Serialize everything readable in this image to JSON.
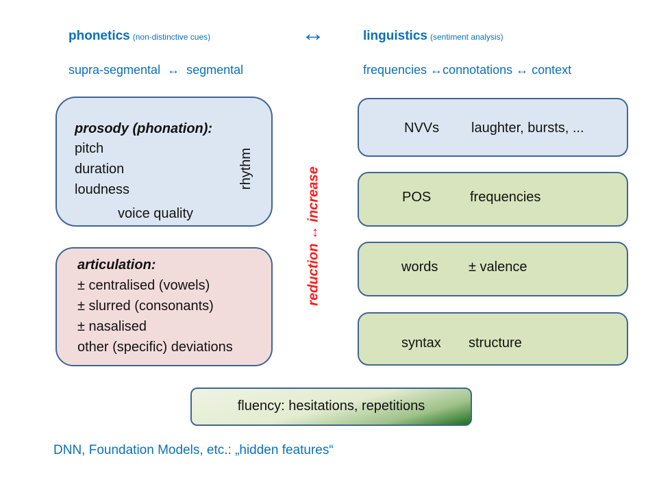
{
  "header": {
    "left_title": "phonetics",
    "left_title_note": "(non-distinctive cues)",
    "center_arrow": "↔",
    "right_title": "linguistics",
    "right_title_note": "(sentiment analysis)",
    "left_subtitle": "supra-segmental  ↔  segmental",
    "right_subtitle": "frequencies ↔connotations ↔ context"
  },
  "prosody_box": {
    "heading": "prosody (phonation):",
    "items": [
      "pitch",
      "duration",
      "loudness"
    ],
    "vertical_label": "rhythm",
    "footer": "voice quality"
  },
  "articulation_box": {
    "heading": "articulation:",
    "items": [
      "± centralised (vowels)",
      "± slurred (consonants)",
      "± nasalised",
      "other (specific) deviations"
    ]
  },
  "center_label": "reduction ↔ increase",
  "linguistic_boxes": [
    {
      "term": "NVVs",
      "description": "laughter,  bursts, ...",
      "color": "#dce6f2"
    },
    {
      "term": "POS",
      "description": "frequencies",
      "color": "#d7e4bd"
    },
    {
      "term": "words",
      "description": "± valence",
      "color": "#d7e4bd"
    },
    {
      "term": "syntax",
      "description": "structure",
      "color": "#d7e4bd"
    }
  ],
  "fluency_box": {
    "text": "fluency: hesitations, repetitions"
  },
  "footer_note": "DNN, Foundation Models, etc.: „hidden features“",
  "colors": {
    "accent_blue": "#0b6fba",
    "red": "#ff1a1a",
    "border": "#3f6592"
  }
}
